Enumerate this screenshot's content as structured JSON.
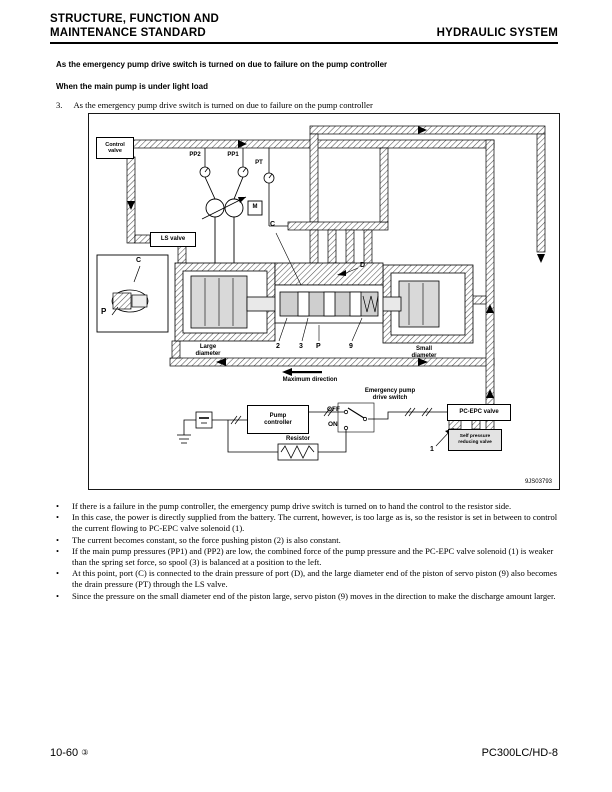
{
  "header": {
    "title_left_line1": "STRUCTURE, FUNCTION AND",
    "title_left_line2": "MAINTENANCE STANDARD",
    "title_right": "HYDRAULIC SYSTEM"
  },
  "sections": {
    "heading1": "As the emergency pump drive switch is turned on due to failure on the pump controller",
    "heading2": "When the main pump is under light load",
    "item_number": "3.",
    "item_text": "As the emergency pump drive switch is turned on due to failure on the pump controller"
  },
  "diagram": {
    "control_valve_l1": "Control",
    "control_valve_l2": "valve",
    "pp2": "PP2",
    "pp1": "PP1",
    "pt": "PT",
    "motor": "M",
    "ls_valve": "LS valve",
    "inset_c": "C",
    "inset_p": "P",
    "port_c": "C",
    "port_d": "D",
    "large_diameter_l1": "Large",
    "large_diameter_l2": "diameter",
    "small_diameter_l1": "Small",
    "small_diameter_l2": "diameter",
    "num_2": "2",
    "num_3": "3",
    "port_p": "P",
    "num_9": "9",
    "maximum_direction": "Maximum direction",
    "switch_label_l1": "Emergency pump",
    "switch_label_l2": "drive switch",
    "off": "OFF",
    "on": "ON",
    "pump_controller_l1": "Pump",
    "pump_controller_l2": "controller",
    "resistor": "Resistor",
    "pc_epc_valve": "PC-EPC valve",
    "self_pressure_l1": "Self pressure",
    "self_pressure_l2": "reducing valve",
    "num_1": "1",
    "figure_code": "9JS03793"
  },
  "bullet_char": "•",
  "bullets": [
    "If there is a failure in the pump controller, the emergency pump drive switch is turned on to hand the control to the resistor side.",
    "In this case, the power is directly supplied from the battery. The current, however, is too large as is, so the resistor is set in between to control the current flowing to PC-EPC valve solenoid (1).",
    "The current becomes constant, so the force pushing piston (2) is also constant.",
    "If the main pump pressures (PP1) and (PP2) are low, the combined force of the pump pressure and the PC-EPC valve solenoid (1) is weaker than the spring set force, so spool (3) is balanced at a position to the left.",
    "At this point, port (C) is connected to the drain pressure of port (D), and the large diameter end of the piston of servo piston (9) also becomes the drain pressure (PT) through the LS valve.",
    "Since the pressure on the small diameter end of the piston large, servo piston (9) moves in the direction to make the discharge amount larger."
  ],
  "footer": {
    "page_number": "10-60",
    "page_mark": "③",
    "model": "PC300LC/HD-8"
  }
}
